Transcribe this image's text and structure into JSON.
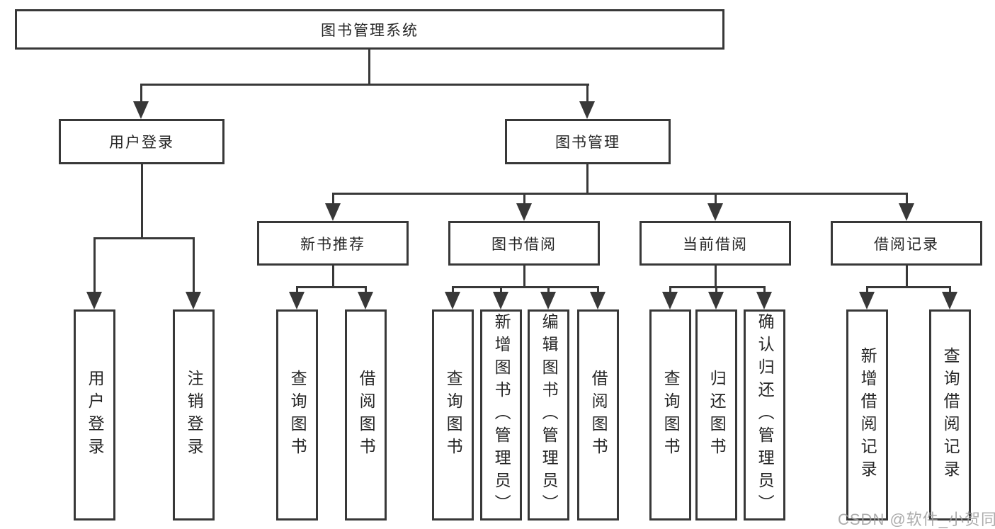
{
  "diagram": {
    "root": "图书管理系统",
    "level2": [
      "用户登录",
      "图书管理"
    ],
    "level3": [
      "新书推荐",
      "图书借阅",
      "当前借阅",
      "借阅记录"
    ],
    "leaves": {
      "user_login": [
        "用户登录",
        "注销登录"
      ],
      "new_book": [
        "查询图书",
        "借阅图书"
      ],
      "book_borrow": [
        "查询图书",
        "新增图书（管理员）",
        "编辑图书（管理员）",
        "借阅图书"
      ],
      "current_borrow": [
        "查询图书",
        "归还图书",
        "确认归还（管理员）"
      ],
      "borrow_record": [
        "新增借阅记录",
        "查询借阅记录"
      ]
    }
  },
  "watermark": "CSDN @软件_小贺同学",
  "colors": {
    "line": "#383838",
    "box_border": "#383838",
    "text": "#262626",
    "watermark": "#9e9e9e",
    "background": "#ffffff"
  }
}
